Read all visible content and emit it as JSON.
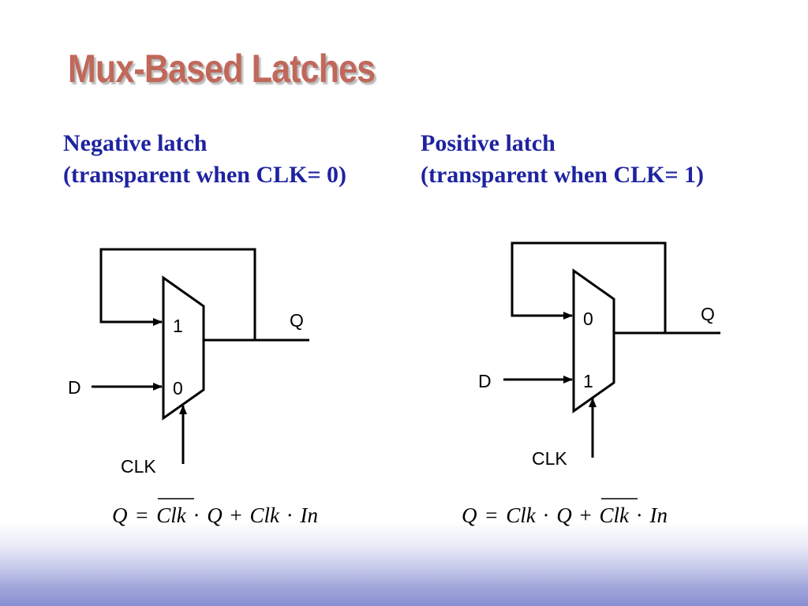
{
  "slide": {
    "title": "Mux-Based Latches"
  },
  "negative_latch": {
    "heading_line1": "Negative latch",
    "heading_line2": "(transparent when CLK= 0)",
    "input_label": "D",
    "output_label": "Q",
    "clock_label": "CLK",
    "mux_top_input": "1",
    "mux_bottom_input": "0",
    "equation": {
      "lhs": "Q",
      "eq": "=",
      "clk1": "Clk",
      "clk1_overbar": true,
      "dot1": "·",
      "q": "Q",
      "plus": "+",
      "clk2": "Clk",
      "clk2_overbar": false,
      "dot2": "·",
      "in": "In"
    }
  },
  "positive_latch": {
    "heading_line1": "Positive latch",
    "heading_line2": "(transparent when CLK= 1)",
    "input_label": "D",
    "output_label": "Q",
    "clock_label": "CLK",
    "mux_top_input": "0",
    "mux_bottom_input": "1",
    "equation": {
      "lhs": "Q",
      "eq": "=",
      "clk1": "Clk",
      "clk1_overbar": false,
      "dot1": "·",
      "q": "Q",
      "plus": "+",
      "clk2": "Clk",
      "clk2_overbar": true,
      "dot2": "·",
      "in": "In"
    }
  },
  "colors": {
    "title": "#c0685a",
    "heading": "#1e23a0",
    "wire": "#000000",
    "footer_gradient": "#8990d2"
  }
}
